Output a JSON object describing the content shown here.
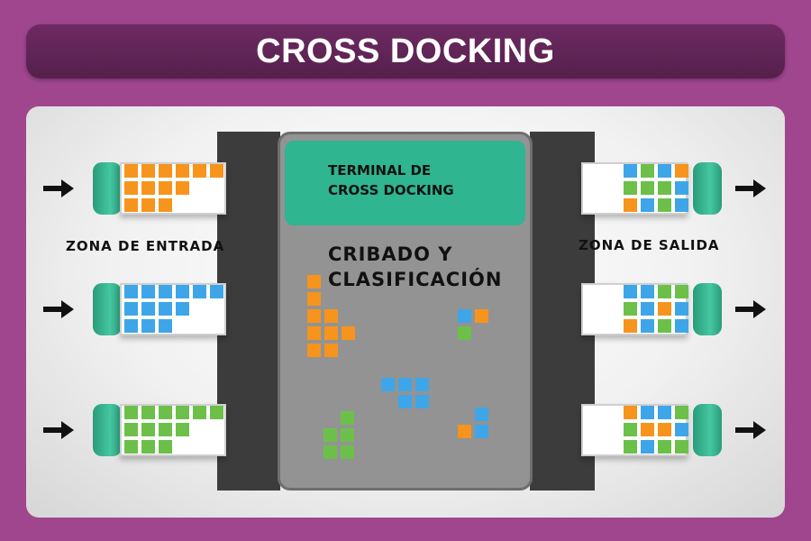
{
  "title": "CROSS DOCKING",
  "terminal": {
    "heading_line1": "TERMINAL DE",
    "heading_line2": "CROSS DOCKING",
    "process_line1": "CRIBADO Y",
    "process_line2": "CLASIFICACIÓN"
  },
  "zones": {
    "entrada": "ZONA DE ENTRADA",
    "salida": "ZONA DE SALIDA"
  },
  "colors": {
    "background": "#a0468f",
    "title_bar": "#5e2355",
    "terminal_head": "#2fb590",
    "terminal_body": "#939393",
    "orange": "#f7941d",
    "blue": "#3ea6e8",
    "green": "#6cc04a"
  },
  "icons": [
    "arrow-right-icon",
    "truck-icon"
  ]
}
